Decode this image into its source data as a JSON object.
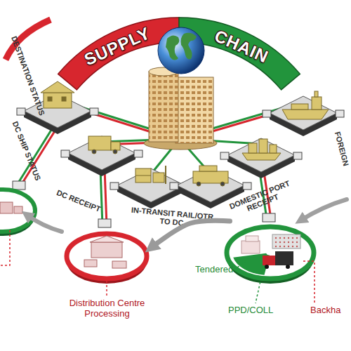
{
  "diagram": {
    "nodes": [
      {
        "text": [
          "SUPPLY"
        ]
      },
      {
        "text": [
          "CHAIN"
        ]
      },
      {
        "text": [
          "Distribution Centre Processing"
        ]
      },
      {
        "text": [
          "Tendered",
          "PPD/COLL",
          "Backha"
        ]
      }
    ],
    "edges": [
      {
        "from": 3,
        "to": 2,
        "arrow": "to"
      }
    ],
    "labels": [
      "DESTINATION STATUS",
      "DC SHIP STATUS",
      "DC RECEIPT",
      "IN-TRANSIT RAIL/OTR TO DC",
      "DOMESTIC PORT RECEIPT",
      "FOREIGN"
    ]
  }
}
